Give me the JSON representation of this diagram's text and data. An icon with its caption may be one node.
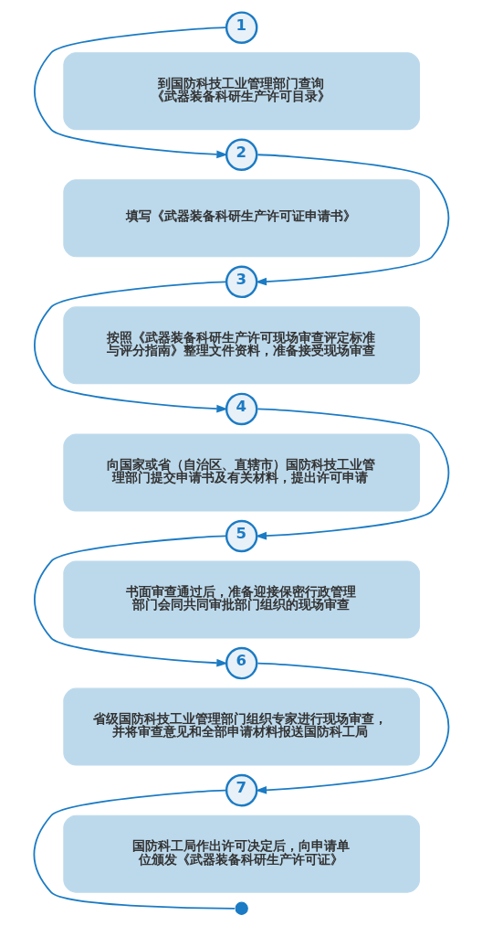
{
  "diagram": {
    "nodes": [
      {
        "text": [
          "1"
        ]
      },
      {
        "text": [
          "到国防科技工业管理部门查询《武器装备科研生产许可目录》"
        ]
      },
      {
        "text": [
          "2"
        ]
      },
      {
        "text": [
          "填写《武器装备科研生产许可证申请书》"
        ]
      },
      {
        "text": [
          "3"
        ]
      },
      {
        "text": [
          "按照《武器装备科研生产许可现场审查评定标准与评分指南》整理文件资料，准备接受现场审查"
        ]
      },
      {
        "text": [
          "4"
        ]
      },
      {
        "text": [
          "向国家或省（自治区、直辖市）国防科技工业管理部门提交申请书及有关材料，提出许可申请"
        ]
      },
      {
        "text": [
          "5"
        ]
      },
      {
        "text": [
          "书面审查通过后，准备迎接保密行政管理部门会同共同审批部门组织的现场审查"
        ]
      },
      {
        "text": [
          "6"
        ]
      },
      {
        "text": [
          "省级国防科技工业管理部门组织专家进行现场审查，并将审查意见和全部申请材料报送国防科工局"
        ]
      },
      {
        "text": [
          "7"
        ]
      },
      {
        "text": [
          "国防科工局作出许可决定后，向申请单位颁发《武器装备科研生产许可证》"
        ]
      },
      {
        "text": [],
        "shape": "circle"
      }
    ],
    "edges": [
      {
        "from": 0,
        "to": 2,
        "arrow": "to"
      },
      {
        "from": 2,
        "to": 4,
        "arrow": "to"
      },
      {
        "from": 4,
        "to": 6,
        "arrow": "to"
      },
      {
        "from": 6,
        "to": 8,
        "arrow": "to"
      },
      {
        "from": 8,
        "to": 10,
        "arrow": "to"
      },
      {
        "from": 10,
        "to": 12,
        "arrow": "to"
      },
      {
        "from": 12,
        "to": 14,
        "arrow": "none"
      }
    ]
  }
}
